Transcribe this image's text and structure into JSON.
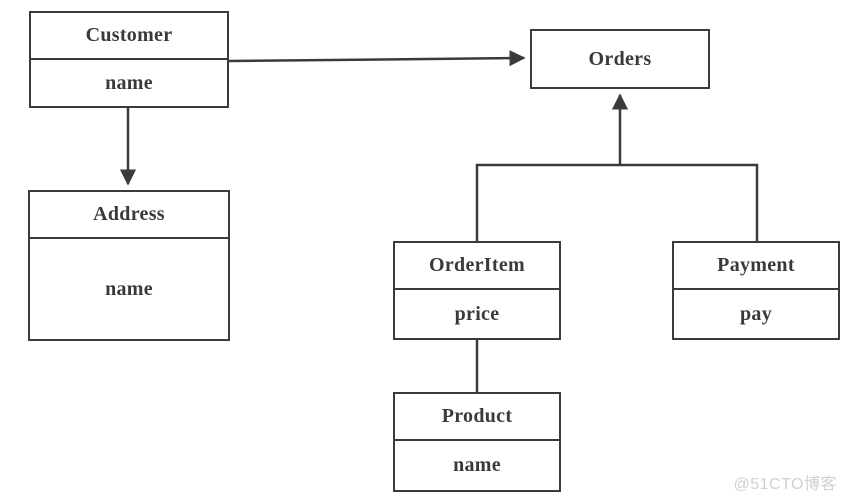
{
  "diagram": {
    "type": "uml-class-diagram",
    "classes": [
      {
        "name": "Customer",
        "attributes": [
          "name"
        ]
      },
      {
        "name": "Orders",
        "attributes": []
      },
      {
        "name": "Address",
        "attributes": [
          "name"
        ]
      },
      {
        "name": "OrderItem",
        "attributes": [
          "price"
        ]
      },
      {
        "name": "Payment",
        "attributes": [
          "pay"
        ]
      },
      {
        "name": "Product",
        "attributes": [
          "name"
        ]
      }
    ],
    "relations": [
      {
        "from": "Customer",
        "to": "Orders",
        "type": "arrow",
        "arrowhead": "filled-triangle",
        "direction": "right"
      },
      {
        "from": "Customer",
        "to": "Address",
        "type": "arrow",
        "arrowhead": "filled-triangle",
        "direction": "down"
      },
      {
        "from": "OrderItem",
        "to": "Orders",
        "type": "arrow",
        "arrowhead": "filled-triangle",
        "direction": "up"
      },
      {
        "from": "Payment",
        "to": "Orders",
        "type": "arrow",
        "arrowhead": "filled-triangle",
        "direction": "up"
      },
      {
        "from": "OrderItem",
        "to": "Product",
        "type": "line",
        "arrowhead": "none",
        "direction": "down"
      }
    ]
  },
  "watermark": {
    "text": "@51CTO博客"
  },
  "colors": {
    "line": "#3b3b3b",
    "text": "#3a3a3a",
    "background": "#ffffff",
    "watermark": "#d0d0d0"
  }
}
